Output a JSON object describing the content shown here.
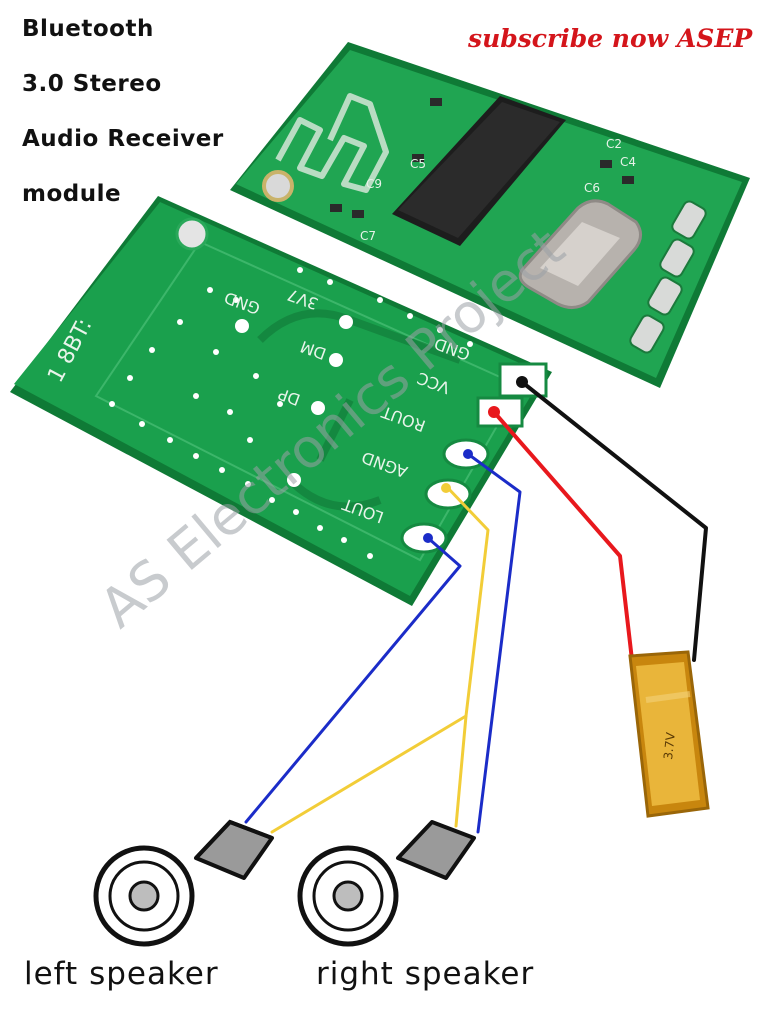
{
  "title": {
    "line1": "Bluetooth",
    "line2": "3.0 Stereo",
    "line3": "Audio Receiver",
    "line4": "module"
  },
  "subscribe_text": "subscribe now ASEP",
  "watermark": "AS Electronics Project",
  "board_bottom": {
    "label_model": "1  8BT:",
    "pins": {
      "gnd_top": "GND",
      "v37": "3V7",
      "dm": "DM",
      "dp": "DP",
      "gnd": "GND",
      "vcc": "VCC",
      "rout": "ROUT",
      "agnd": "AGND",
      "lout": "LOUT"
    }
  },
  "board_top": {
    "labels": {
      "c9": "C9",
      "c5": "C5",
      "c6": "C6",
      "c7": "C7",
      "c2": "C2",
      "c4": "C4"
    }
  },
  "battery_label": "3.7V",
  "speakers": {
    "left": "left speaker",
    "right": "right speaker"
  },
  "colors": {
    "pcb": "#1aa04d",
    "pcb_dark": "#117a38",
    "wire_red": "#e8181d",
    "wire_black": "#111111",
    "wire_blue": "#1b2cc8",
    "wire_yellow": "#f2cd38",
    "title": "#d4151b"
  }
}
